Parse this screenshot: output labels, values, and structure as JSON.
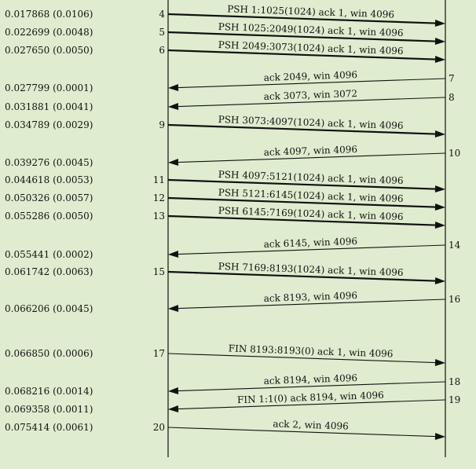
{
  "colors": {
    "background": "#dfeccf",
    "ink": "#111111"
  },
  "segments": [
    {
      "num": "4",
      "time": "0.017868 (0.0106)",
      "dir": "right",
      "bold": true,
      "label": "PSH  1:1025(1024) ack 1, win 4096"
    },
    {
      "num": "5",
      "time": "0.022699 (0.0048)",
      "dir": "right",
      "bold": true,
      "label": "PSH  1025:2049(1024) ack 1, win 4096"
    },
    {
      "num": "6",
      "time": "0.027650 (0.0050)",
      "dir": "right",
      "bold": true,
      "label": "PSH  2049:3073(1024) ack 1, win 4096"
    },
    {
      "num": "7",
      "time": "0.027799 (0.0001)",
      "dir": "left",
      "bold": false,
      "label": "ack 2049, win 4096"
    },
    {
      "num": "8",
      "time": "0.031881 (0.0041)",
      "dir": "left",
      "bold": false,
      "label": "ack 3073, win 3072"
    },
    {
      "num": "9",
      "time": "0.034789 (0.0029)",
      "dir": "right",
      "bold": true,
      "label": "PSH  3073:4097(1024) ack 1, win 4096"
    },
    {
      "num": "10",
      "time": "0.039276 (0.0045)",
      "dir": "left",
      "bold": false,
      "label": "ack 4097, win 4096"
    },
    {
      "num": "11",
      "time": "0.044618 (0.0053)",
      "dir": "right",
      "bold": true,
      "label": "PSH  4097:5121(1024) ack 1, win 4096"
    },
    {
      "num": "12",
      "time": "0.050326 (0.0057)",
      "dir": "right",
      "bold": true,
      "label": "PSH  5121:6145(1024) ack 1, win 4096"
    },
    {
      "num": "13",
      "time": "0.055286 (0.0050)",
      "dir": "right",
      "bold": true,
      "label": "PSH  6145:7169(1024) ack 1, win 4096"
    },
    {
      "num": "14",
      "time": "0.055441 (0.0002)",
      "dir": "left",
      "bold": false,
      "label": "ack 6145, win 4096"
    },
    {
      "num": "15",
      "time": "0.061742 (0.0063)",
      "dir": "right",
      "bold": true,
      "label": "PSH  7169:8193(1024) ack 1, win 4096"
    },
    {
      "num": "16",
      "time": "0.066206 (0.0045)",
      "dir": "left",
      "bold": false,
      "label": "ack 8193, win 4096"
    },
    {
      "num": "17",
      "time": "0.066850 (0.0006)",
      "dir": "right",
      "bold": false,
      "label": "FIN  8193:8193(0) ack 1, win 4096"
    },
    {
      "num": "18",
      "time": "0.068216 (0.0014)",
      "dir": "left",
      "bold": false,
      "label": "ack 8194, win 4096"
    },
    {
      "num": "19",
      "time": "0.069358 (0.0011)",
      "dir": "left",
      "bold": false,
      "label": "FIN  1:1(0) ack 8194, win 4096"
    },
    {
      "num": "20",
      "time": "0.075414 (0.0061)",
      "dir": "right",
      "bold": false,
      "label": "ack 2, win 4096"
    }
  ]
}
